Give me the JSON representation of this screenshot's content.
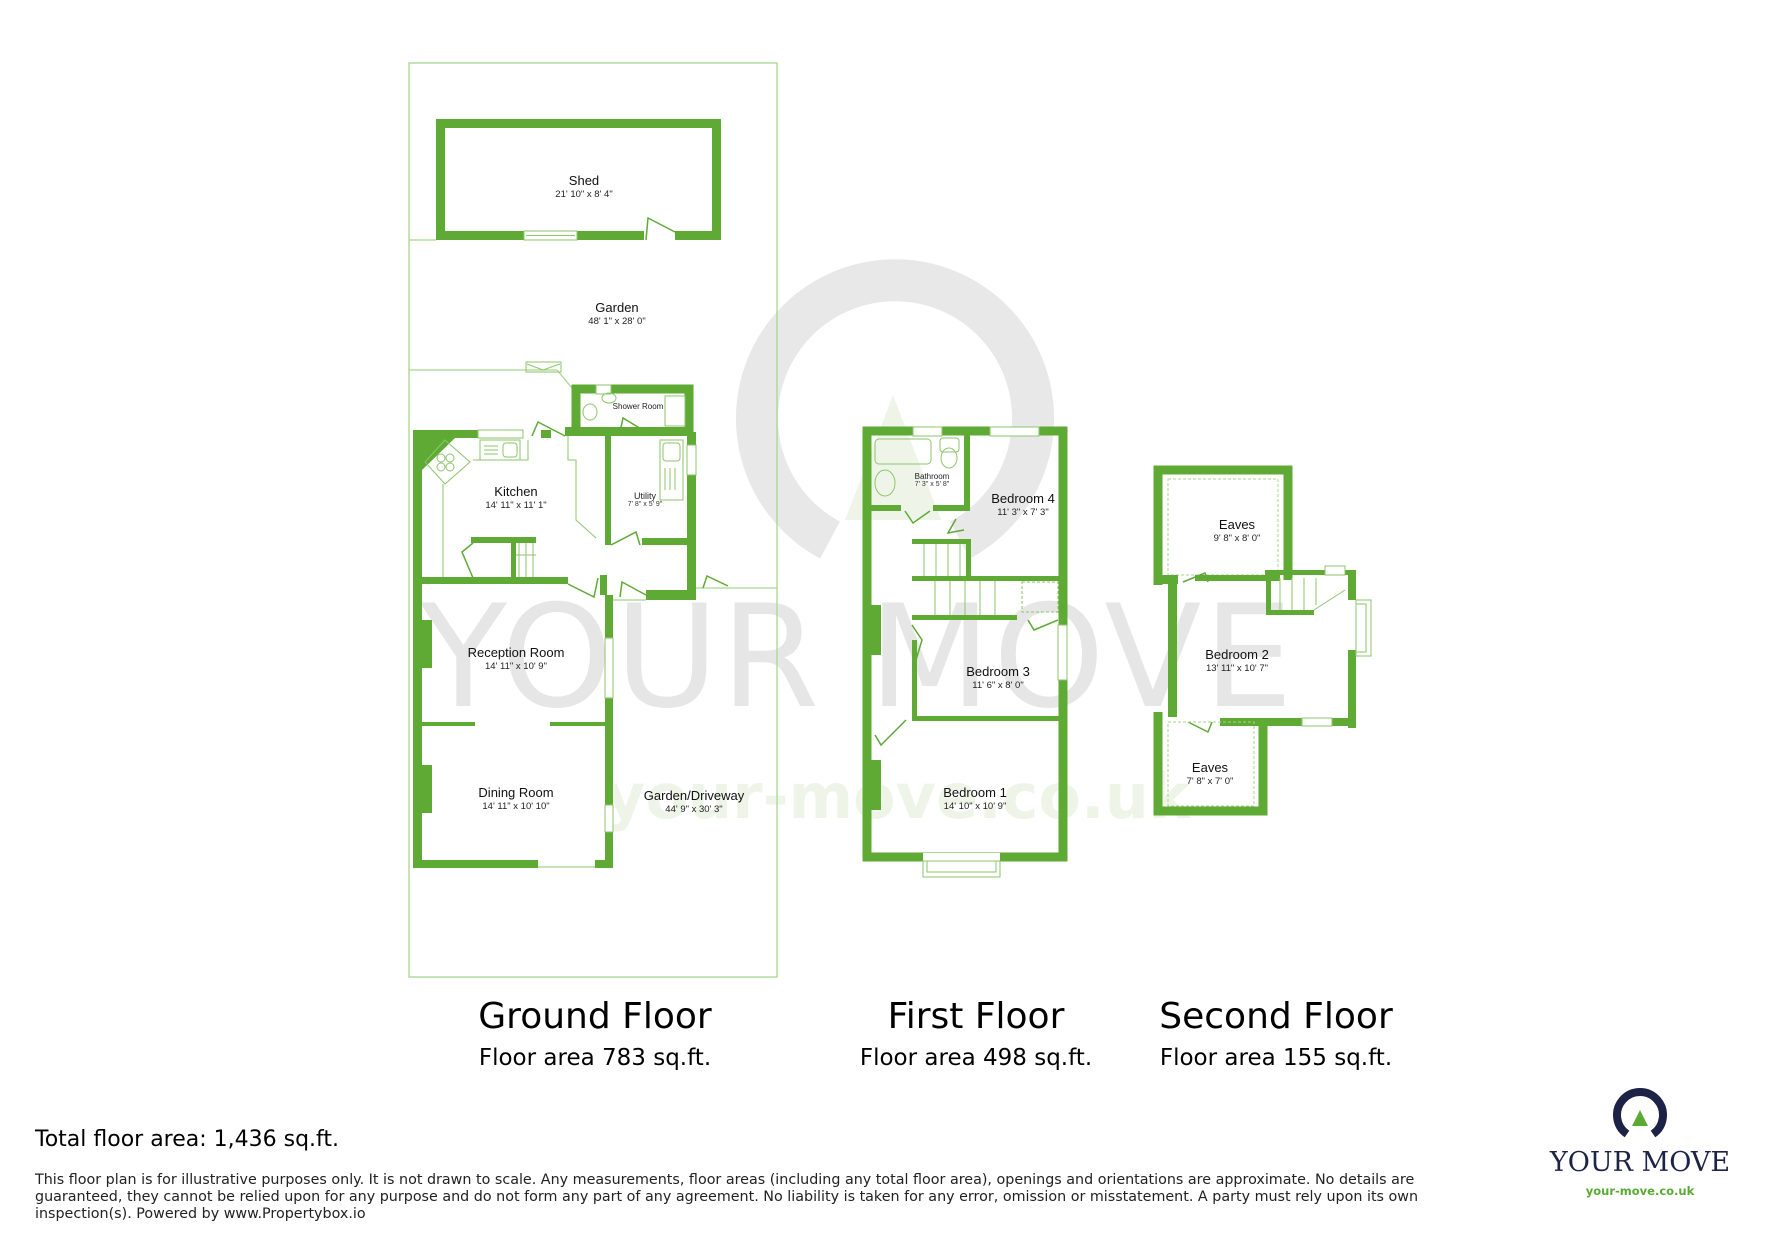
{
  "colors": {
    "wall": "#5eaa34",
    "fixture_line": "#8cc66b",
    "boundary": "#a9d68d",
    "brand_navy": "#1c2346",
    "brand_green": "#5aaa35",
    "watermark": "#e6e6e6"
  },
  "watermark": {
    "text": "YOUR MOVE",
    "url": "your-move.co.uk"
  },
  "floors": [
    {
      "title": "Ground Floor",
      "area": "Floor area 783 sq.ft.",
      "rooms": [
        {
          "name": "Shed",
          "dims": "21' 10\" x 8' 4\""
        },
        {
          "name": "Garden",
          "dims": "48' 1\" x 28' 0\""
        },
        {
          "name": "Shower Room",
          "dims": ""
        },
        {
          "name": "Kitchen",
          "dims": "14' 11\" x 11' 1\""
        },
        {
          "name": "Utility",
          "dims": "7' 8\" x 5' 9\""
        },
        {
          "name": "Reception Room",
          "dims": "14' 11\" x 10' 9\""
        },
        {
          "name": "Dining Room",
          "dims": "14' 11\" x 10' 10\""
        },
        {
          "name": "Garden/Driveway",
          "dims": "44' 9\" x 30' 3\""
        }
      ]
    },
    {
      "title": "First Floor",
      "area": "Floor area 498 sq.ft.",
      "rooms": [
        {
          "name": "Bathroom",
          "dims": "7' 3\" x 5' 8\""
        },
        {
          "name": "Bedroom 4",
          "dims": "11' 3\" x 7' 3\""
        },
        {
          "name": "Bedroom 3",
          "dims": "11' 6\" x 8' 0\""
        },
        {
          "name": "Bedroom 1",
          "dims": "14' 10\" x 10' 9\""
        }
      ]
    },
    {
      "title": "Second Floor",
      "area": "Floor area 155 sq.ft.",
      "rooms": [
        {
          "name": "Eaves",
          "dims": "9' 8\" x 8' 0\""
        },
        {
          "name": "Bedroom 2",
          "dims": "13' 11\" x 10' 7\""
        },
        {
          "name": "Eaves",
          "dims": "7' 8\" x 7' 0\""
        }
      ]
    }
  ],
  "total_area": "Total floor area: 1,436 sq.ft.",
  "disclaimer": "This floor plan is for illustrative purposes only. It is not drawn to scale. Any measurements, floor areas (including any total floor area), openings and orientations are approximate. No details are guaranteed, they cannot be relied upon for any purpose and do not form any part of any agreement. No liability is taken for any error, omission or misstatement. A party must rely upon its own inspection(s). Powered by www.Propertybox.io",
  "logo": {
    "name": "YOUR MOVE",
    "url": "your-move.co.uk"
  }
}
